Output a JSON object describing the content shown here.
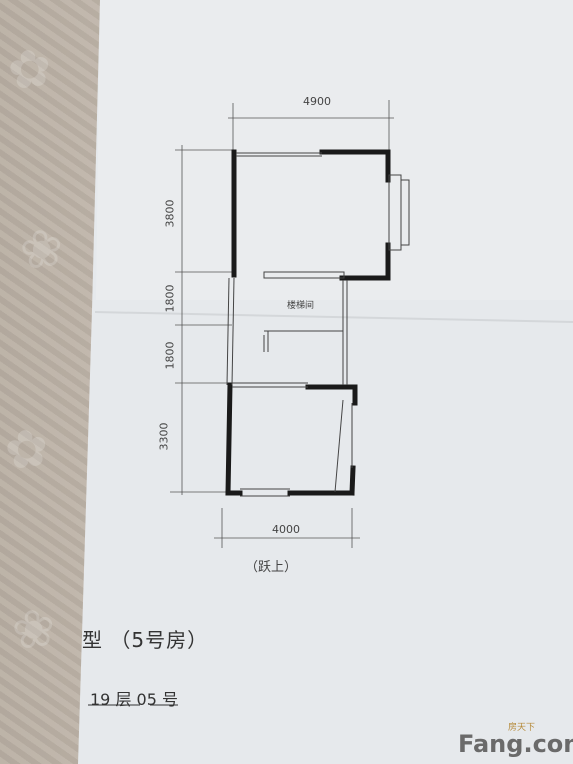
{
  "drawing": {
    "top_width": "4900",
    "bottom_width": "4000",
    "left_dims": [
      "3800",
      "1800",
      "1800",
      "3300"
    ],
    "room_label": "楼梯间",
    "jump_label": "（跃上）"
  },
  "caption": {
    "title": "型 （5号房）",
    "floor_line": "19 层 05 号"
  },
  "watermark": {
    "small": "房天下",
    "brand": "Fang.com"
  },
  "colors": {
    "paper": "#e8ebee",
    "wall": "#1a1a1a",
    "accent": "#b58a3a"
  }
}
